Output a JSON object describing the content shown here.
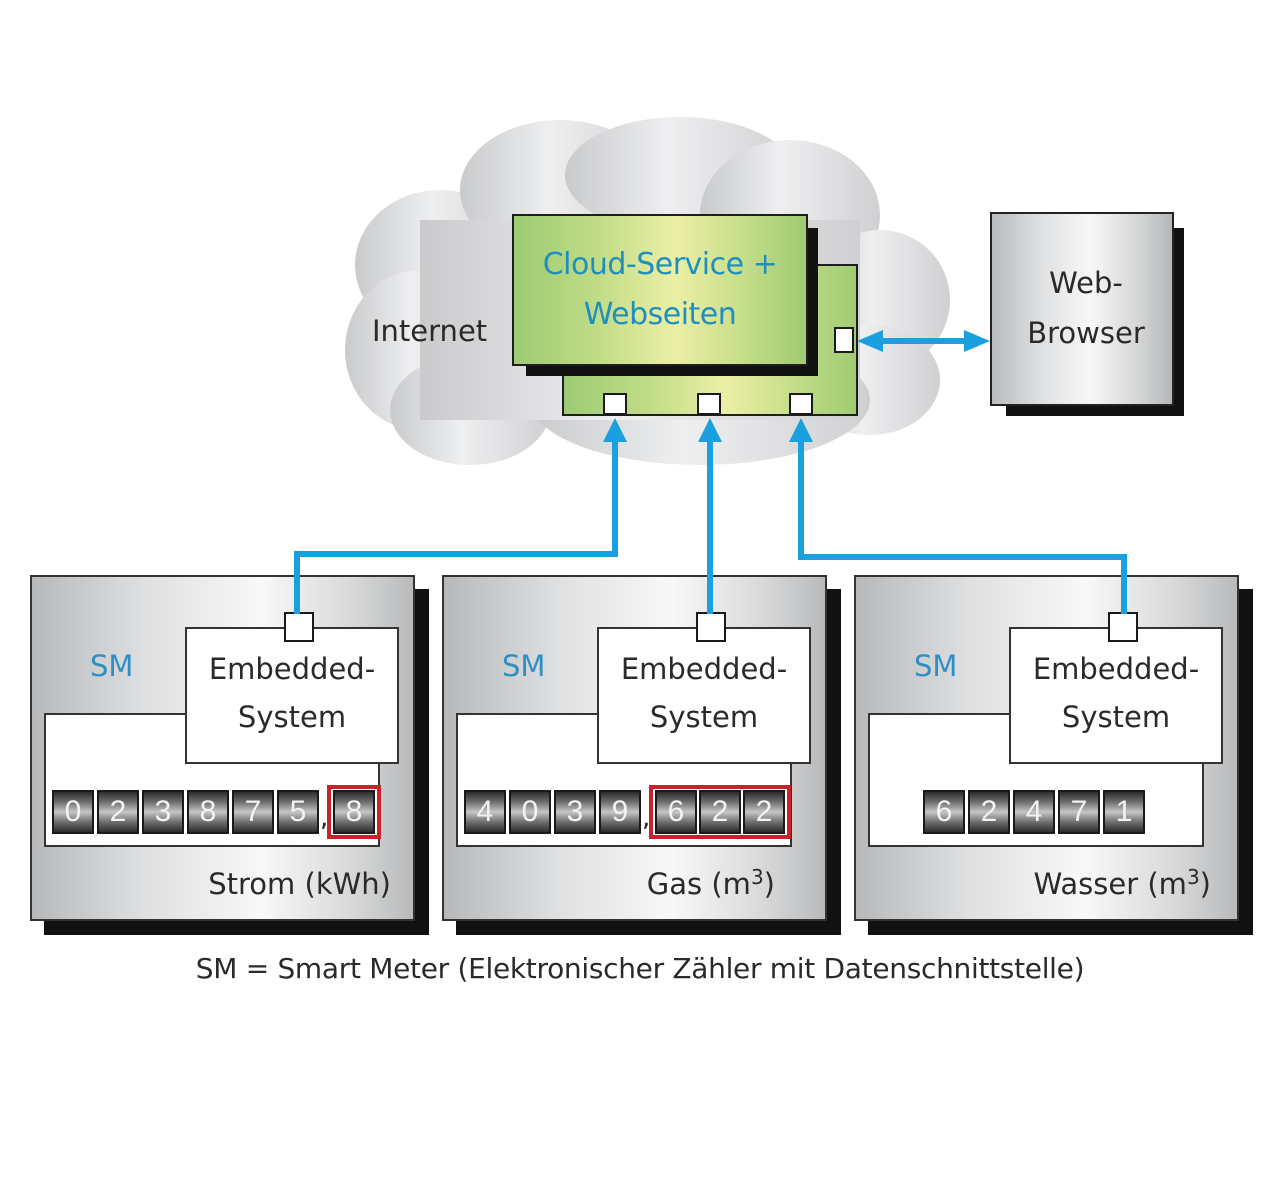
{
  "colors": {
    "connector": "#1aa0de",
    "accent_text": "#1e8fbf",
    "highlight_border": "#c8232c",
    "cloud_fill": "#dcdddf"
  },
  "cloud": {
    "label": "Internet",
    "service_line1": "Cloud-Service +",
    "service_line2": "Webseiten"
  },
  "browser": {
    "line1": "Web-",
    "line2": "Browser"
  },
  "meters": [
    {
      "tag": "SM",
      "module_line1": "Embedded-",
      "module_line2": "System",
      "unit_text": "Strom (kWh)",
      "unit_sup": "",
      "integer_digits": [
        "0",
        "2",
        "3",
        "8",
        "7",
        "5"
      ],
      "decimal_digits": [
        "8"
      ],
      "decimal_separator": ","
    },
    {
      "tag": "SM",
      "module_line1": "Embedded-",
      "module_line2": "System",
      "unit_text": "Gas (m",
      "unit_sup": "3",
      "unit_close": ")",
      "integer_digits": [
        "4",
        "0",
        "3",
        "9"
      ],
      "decimal_digits": [
        "6",
        "2",
        "2"
      ],
      "decimal_separator": ","
    },
    {
      "tag": "SM",
      "module_line1": "Embedded-",
      "module_line2": "System",
      "unit_text": "Wasser (m",
      "unit_sup": "3",
      "unit_close": ")",
      "integer_digits": [
        "6",
        "2",
        "4",
        "7",
        "1"
      ],
      "decimal_digits": [],
      "decimal_separator": ""
    }
  ],
  "legend": "SM = Smart Meter (Elektronischer Zähler mit Datenschnittstelle)"
}
